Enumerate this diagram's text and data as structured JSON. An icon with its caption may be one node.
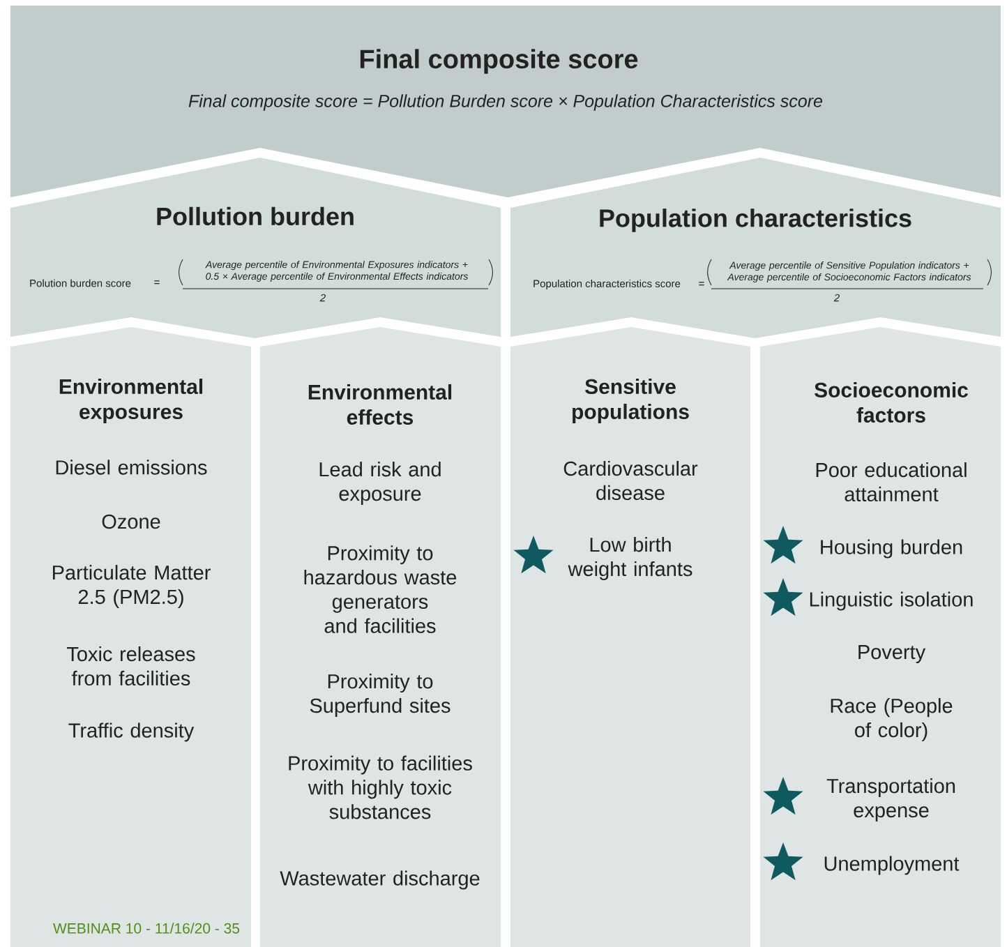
{
  "diagram": {
    "nodes": [
      {
        "text": [
          "Final composite score",
          "Final composite score = Pollution Burden score × Population Characteristics score"
        ]
      },
      {
        "text": [
          "Pollution burden",
          "Polution burden score",
          "=",
          "Average percentile of Environmental Exposures indicators + 0.5 × Average percentile of Environmental Effects indicators",
          "2"
        ]
      },
      {
        "text": [
          "Population characteristics",
          "Population characteristics score",
          "=",
          "Average percentile of Sensitive Population indicators + Average percentile of Socioeconomic Factors indicators",
          "2"
        ]
      },
      {
        "text": [
          "Environmental exposures",
          "Diesel emissions",
          "Ozone",
          "Particulate Matter 2.5 (PM2.5)",
          "Toxic releases from facilities",
          "Traffic density"
        ]
      },
      {
        "text": [
          "Environmental effects",
          "Lead risk and exposure",
          "Proximity to hazardous waste generators and facilities",
          "Proximity to Superfund sites",
          "Proximity to facilities with highly toxic substances",
          "Wastewater discharge"
        ]
      },
      {
        "text": [
          "Sensitive populations",
          "Cardiovascular disease",
          "Low birth weight infants"
        ]
      },
      {
        "text": [
          "Socioeconomic factors",
          "Poor educational attainment",
          "Housing burden",
          "Linguistic isolation",
          "Poverty",
          "Race (People of color)",
          "Transportation expense",
          "Unemployment"
        ]
      }
    ],
    "edges": [],
    "labels": [
      "WEBINAR 10 - 11/16/20 - 35"
    ]
  }
}
